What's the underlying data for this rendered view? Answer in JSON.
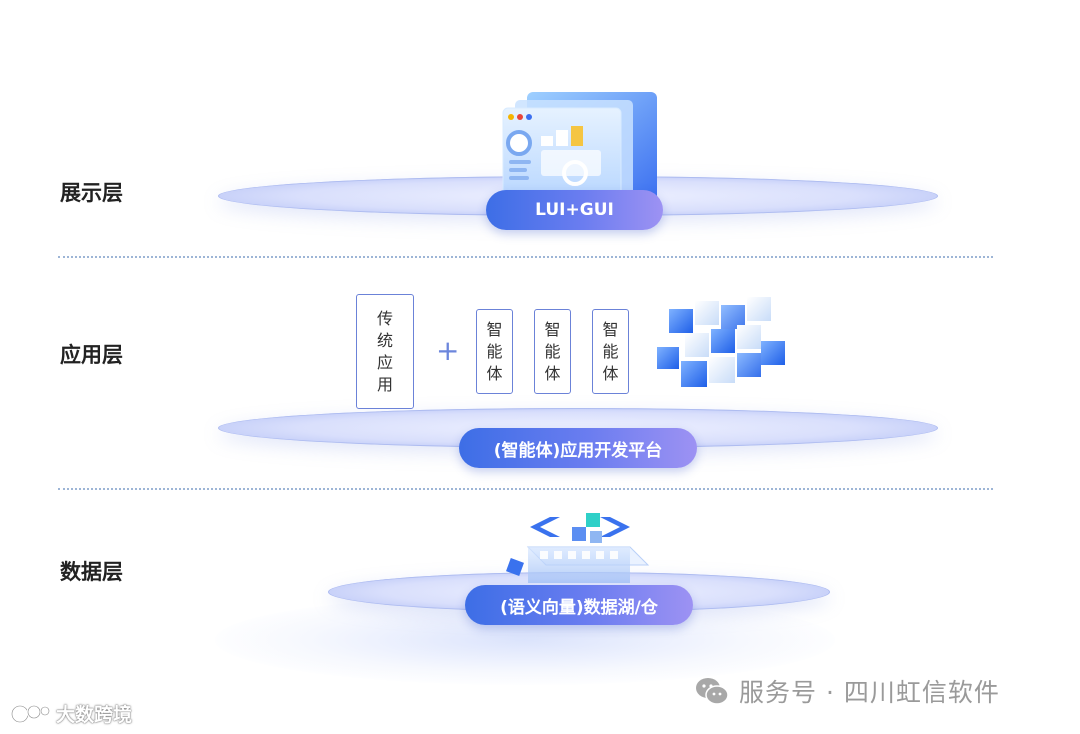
{
  "layers": {
    "presentation": {
      "label": "展示层",
      "pill": "LUI+GUI"
    },
    "application": {
      "label": "应用层",
      "traditional": [
        "传",
        "统",
        "应",
        "用"
      ],
      "plus": "+",
      "agents": [
        {
          "chars": [
            "智",
            "能",
            "体"
          ]
        },
        {
          "chars": [
            "智",
            "能",
            "体"
          ]
        },
        {
          "chars": [
            "智",
            "能",
            "体"
          ]
        }
      ],
      "pill": "(智能体)应用开发平台"
    },
    "data": {
      "label": "数据层",
      "pill": "(语义向量)数据湖/仓"
    }
  },
  "watermarks": {
    "wechat_account": "服务号 · 四川虹信软件",
    "brand": "大数跨境"
  },
  "colors": {
    "accent": "#3d6ee6",
    "accent_end": "#9d92f3",
    "divider": "#9db5d6"
  }
}
